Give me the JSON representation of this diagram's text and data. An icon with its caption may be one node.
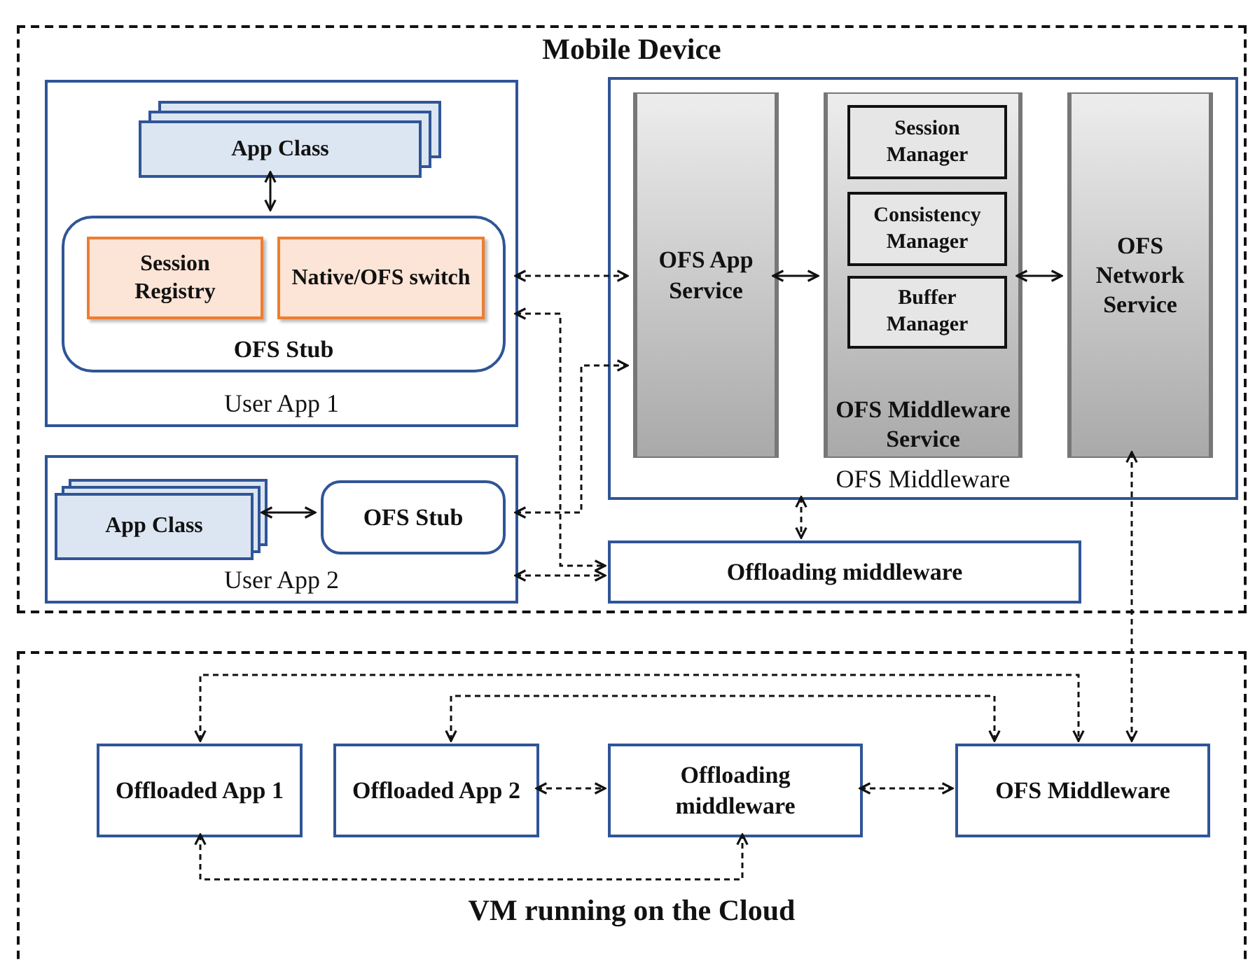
{
  "diagram": {
    "nodes": [
      {
        "text": [
          "Mobile Device"
        ]
      },
      {
        "text": [
          "User App 1"
        ],
        "in": 0
      },
      {
        "text": [
          "App Class"
        ],
        "in": 1
      },
      {
        "text": [
          "OFS Stub"
        ],
        "in": 1
      },
      {
        "text": [
          "Session Registry"
        ],
        "in": 3
      },
      {
        "text": [
          "Native/OFS switch"
        ],
        "in": 3
      },
      {
        "text": [
          "User App 2"
        ],
        "in": 0
      },
      {
        "text": [
          "App Class"
        ],
        "in": 6
      },
      {
        "text": [
          "OFS Stub"
        ],
        "in": 6
      },
      {
        "text": [
          "OFS Middleware"
        ],
        "in": 0
      },
      {
        "text": [
          "OFS App Service"
        ],
        "in": 9
      },
      {
        "text": [
          "OFS Middleware Service"
        ],
        "in": 9
      },
      {
        "text": [
          "Session Manager"
        ],
        "in": 11
      },
      {
        "text": [
          "Consistency Manager"
        ],
        "in": 11
      },
      {
        "text": [
          "Buffer Manager"
        ],
        "in": 11
      },
      {
        "text": [
          "OFS Network Service"
        ],
        "in": 9
      },
      {
        "text": [
          "Offloading middleware"
        ],
        "in": 0
      },
      {
        "text": [
          "VM running on the Cloud"
        ]
      },
      {
        "text": [
          "Offloaded App 1"
        ],
        "in": 17
      },
      {
        "text": [
          "Offloaded App 2"
        ],
        "in": 17
      },
      {
        "text": [
          "Offloading middleware"
        ],
        "in": 17
      },
      {
        "text": [
          "OFS Middleware"
        ],
        "in": 17
      }
    ],
    "edges": [
      {
        "from": 2,
        "to": 3,
        "arrow": "both"
      },
      {
        "from": 7,
        "to": 8,
        "arrow": "both"
      },
      {
        "from": 1,
        "to": 10,
        "arrow": "both",
        "style": "dashed"
      },
      {
        "from": 1,
        "to": 16,
        "arrow": "both",
        "style": "dashed"
      },
      {
        "from": 6,
        "to": 10,
        "arrow": "both",
        "style": "dashed"
      },
      {
        "from": 6,
        "to": 16,
        "arrow": "both",
        "style": "dashed"
      },
      {
        "from": 9,
        "to": 16,
        "arrow": "both",
        "style": "dashed"
      },
      {
        "from": 15,
        "to": 21,
        "arrow": "both",
        "style": "dashed"
      },
      {
        "from": 18,
        "to": 21,
        "arrow": "both",
        "style": "dashed"
      },
      {
        "from": 19,
        "to": 21,
        "arrow": "both",
        "style": "dashed"
      },
      {
        "from": 19,
        "to": 20,
        "arrow": "both",
        "style": "dashed"
      },
      {
        "from": 20,
        "to": 21,
        "arrow": "both",
        "style": "dashed"
      },
      {
        "from": 18,
        "to": 20,
        "arrow": "both",
        "style": "dashed"
      },
      {
        "from": 10,
        "to": 11,
        "arrow": "both"
      },
      {
        "from": 11,
        "to": 15,
        "arrow": "both"
      }
    ]
  }
}
